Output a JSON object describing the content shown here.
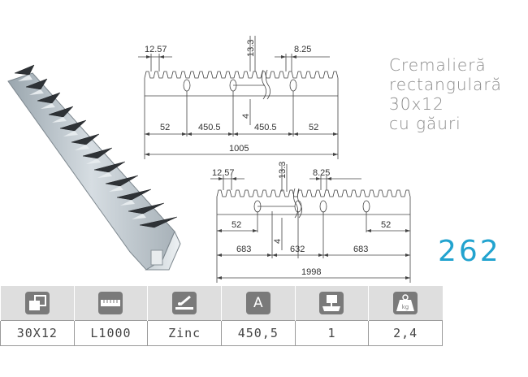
{
  "title": {
    "line1": "Cremalieră",
    "line2": "rectangulară",
    "line3": "30x12",
    "line4": "cu găuri"
  },
  "product_code": "262",
  "drawing_top": {
    "tooth_pitch": "12.57",
    "tooth_height": "13.3",
    "tooth_offset": "8.25",
    "hole_offset": "4",
    "end_left": "52",
    "hole_pitch_left": "450.5",
    "hole_pitch_right": "450.5",
    "end_right": "52",
    "total_length": "1005"
  },
  "drawing_bottom": {
    "tooth_pitch": "12.57",
    "tooth_height": "13.3",
    "tooth_offset": "8.25",
    "hole_offset": "4",
    "end_left": "52",
    "end_right": "52",
    "seg_left": "683",
    "seg_middle": "632",
    "seg_right": "683",
    "total_length": "1998"
  },
  "spec_table": {
    "icons": [
      "section-icon",
      "length-icon",
      "finish-icon",
      "hole-spacing-icon",
      "quantity-icon",
      "weight-icon"
    ],
    "hole_spacing_letter": "A",
    "weight_unit": "kg",
    "values": [
      "30X12",
      "L1000",
      "Zinc",
      "450,5",
      "1",
      "2,4"
    ]
  }
}
